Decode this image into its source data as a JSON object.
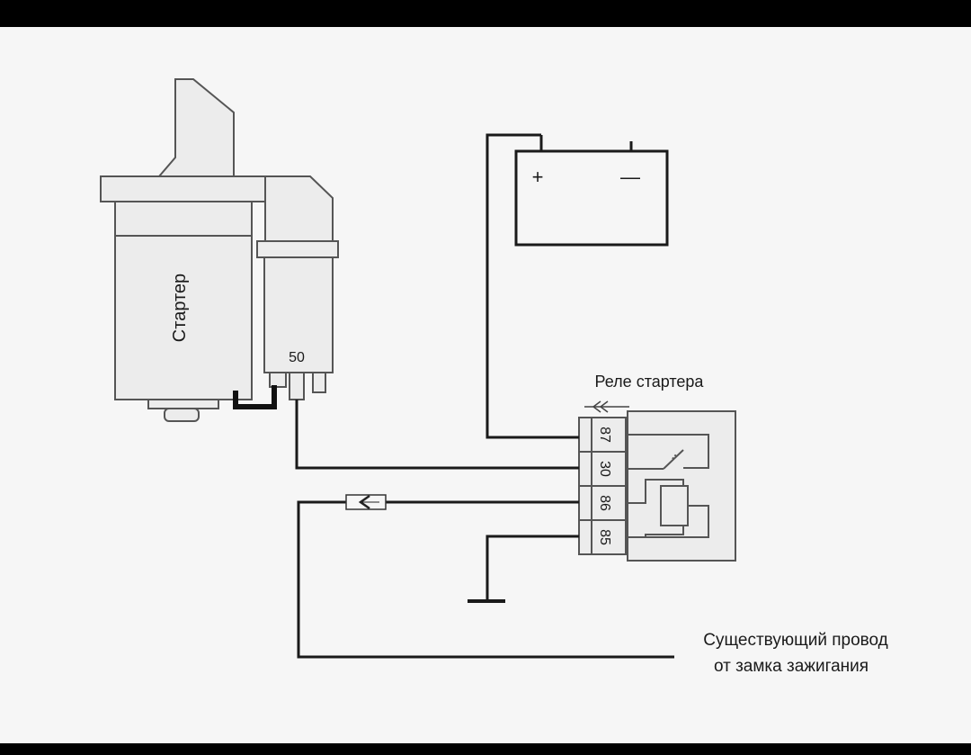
{
  "diagram": {
    "starter_label": "Стартер",
    "solenoid_terminal": "50",
    "relay_title": "Реле стартера",
    "relay_pins": [
      "87",
      "30",
      "86",
      "85"
    ],
    "battery_plus": "+",
    "battery_minus": "—",
    "wire_label_line1": "Существующий провод",
    "wire_label_line2": "от замка зажигания"
  },
  "colors": {
    "background": "#f6f6f6",
    "frame": "#000000",
    "line": "#1a1a1a",
    "outline": "#555555",
    "box_fill": "#ececec"
  }
}
